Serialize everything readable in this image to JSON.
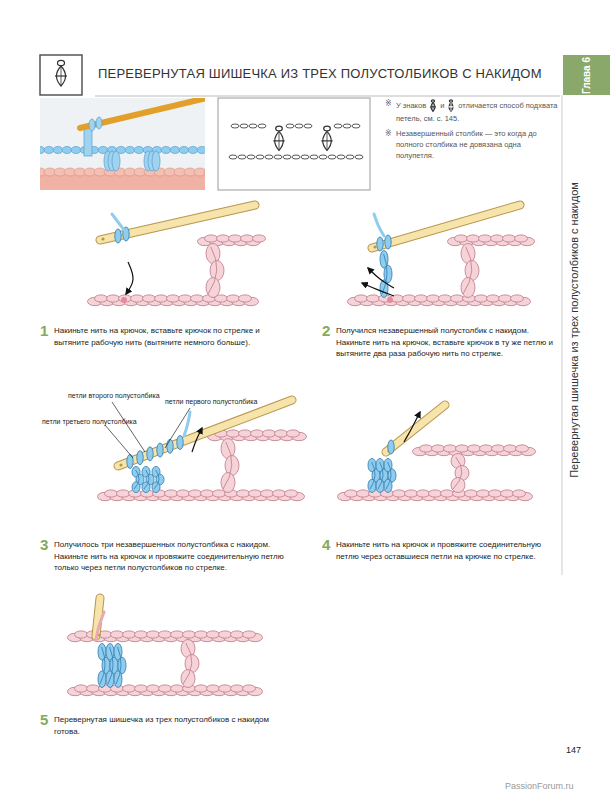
{
  "diagram": {
    "title": "ПЕРЕВЕРНУТАЯ ШИШЕЧКА ИЗ ТРЕХ ПОЛУСТОЛБИКОВ С НАКИДОМ",
    "nodes": [
      {
        "text": [
          "Глава 6"
        ]
      }
    ],
    "labels": [
      "※",
      "У знаков",
      "и",
      "отличается способ подхвата петель, см. с. 145.",
      "※",
      "Незавершенный столбик — это когда до полного столбика не довязана одна полупетля.",
      "Перевернутая шишечка из трех полустолбиков с накидом",
      "1",
      "Накиньте нить на крючок, вставьте крючок по стрелке и вытяните рабочую нить (вытяните немного больше).",
      "2",
      "Получился незавершенный полустолбик с накидом. Накиньте нить на крючок, вставьте крючок в ту же петлю и вытяните два раза рабочую нить по стрелке.",
      "петли второго полустолбика",
      "петли первого полустолбика",
      "петли третьего полустолбика",
      "3",
      "Получилось три незавершенных полустолбика с накидом. Накиньте нить на крючок и провяжите соединительную петлю только через петли полустолбиков по стрелке.",
      "4",
      "Накиньте нить на крючок и провяжите соединительную петлю через оставшиеся петли на крючке по стрелке.",
      "5",
      "Перевернутая шишечка из трех полустолбиков с накидом готова.",
      "147",
      "PassionForum.ru"
    ]
  }
}
